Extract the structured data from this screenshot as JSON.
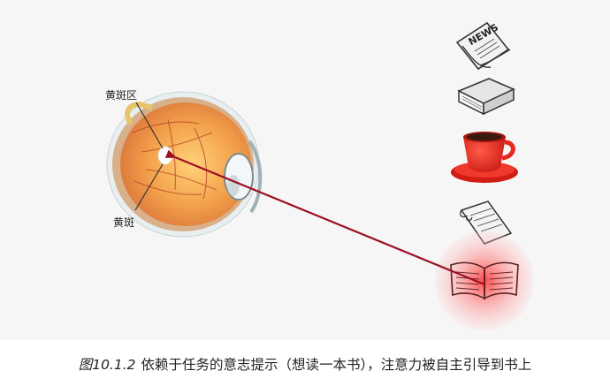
{
  "labels": {
    "macula_region": "黄斑区",
    "macula": "黄斑"
  },
  "icons": {
    "newspaper_text": "NEWS"
  },
  "caption": {
    "figure_number": "图10.1.2",
    "text": "依赖于任务的意志提示（想读一本书），注意力被自主引导到书上"
  },
  "colors": {
    "arrow": "#9c1024",
    "highlight": "#ff3b3b",
    "cup": "#e8281f"
  }
}
